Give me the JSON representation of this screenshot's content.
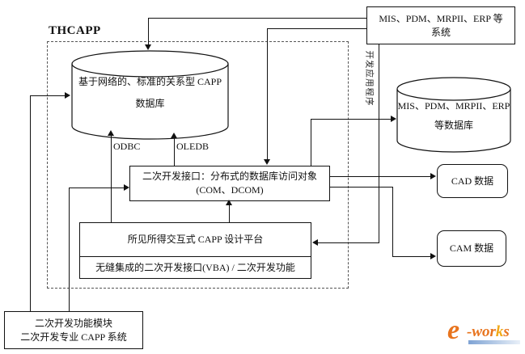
{
  "diagram": {
    "title": "THCAPP",
    "nodes": {
      "external_systems": {
        "line1": "MIS、PDM、MRPII、ERP 等",
        "line2": "系统"
      },
      "capp_db": {
        "line1": "基于网络的、标准的关系型 CAPP",
        "line2": "数据库"
      },
      "dev_interface": {
        "line1": "二次开发接口：分布式的数据库访问对象",
        "line2": "(COM、DCOM)"
      },
      "design_platform": {
        "row1": "所见所得交互式 CAPP 设计平台",
        "row2": "无缝集成的二次开发接口(VBA) / 二次开发功能"
      },
      "external_db": {
        "line1": "MIS、PDM、MRPII、ERP",
        "line2": "等数据库"
      },
      "cad_data": {
        "label": "CAD 数据"
      },
      "cam_data": {
        "label": "CAM 数据"
      },
      "dev_modules": {
        "line1": "二次开发功能模块",
        "line2": "二次开发专业 CAPP 系统"
      }
    },
    "edge_labels": {
      "odbc": "ODBC",
      "oledb": "OLEDB",
      "dev_app": "开发应用程序"
    },
    "line_color": "#111111"
  },
  "logo": {
    "e": "e",
    "dash_wor": "-wor",
    "k": "k",
    "s": "s",
    "orange": "#E8741E",
    "gold": "#F2A918",
    "bar_gradient_start": "#7FA3D4",
    "bar_gradient_end": "#E9F0F8"
  }
}
